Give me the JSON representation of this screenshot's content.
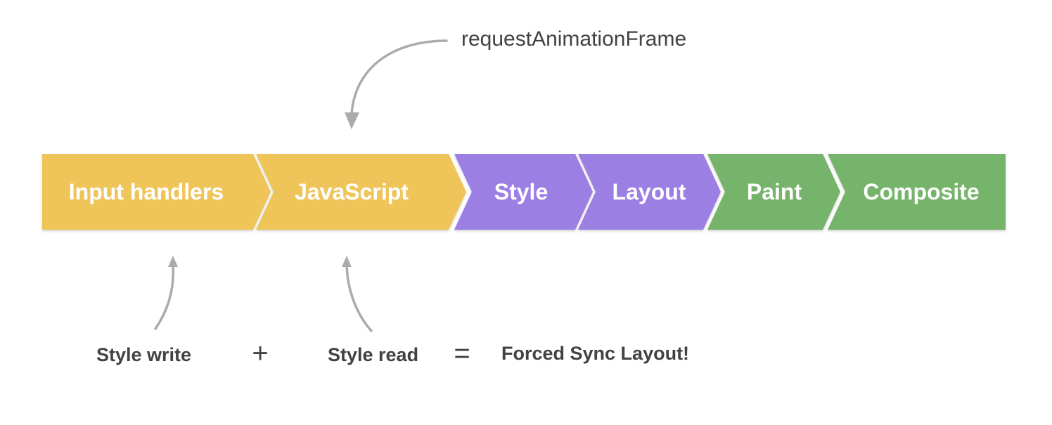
{
  "pipeline": {
    "stages": [
      {
        "label": "Input handlers",
        "color": "#efc55a"
      },
      {
        "label": "JavaScript",
        "color": "#efc55a"
      },
      {
        "label": "Style",
        "color": "#9b7fe3"
      },
      {
        "label": "Layout",
        "color": "#9b7fe3"
      },
      {
        "label": "Paint",
        "color": "#74b46a"
      },
      {
        "label": "Composite",
        "color": "#74b46a"
      }
    ]
  },
  "annotations": {
    "raf_label": "requestAnimationFrame",
    "style_write": "Style write",
    "plus": "+",
    "style_read": "Style read",
    "equals": "=",
    "result": "Forced Sync Layout!"
  },
  "colors": {
    "arrow": "#ababab",
    "text": "#424242",
    "stage_text": "#ffffff"
  }
}
